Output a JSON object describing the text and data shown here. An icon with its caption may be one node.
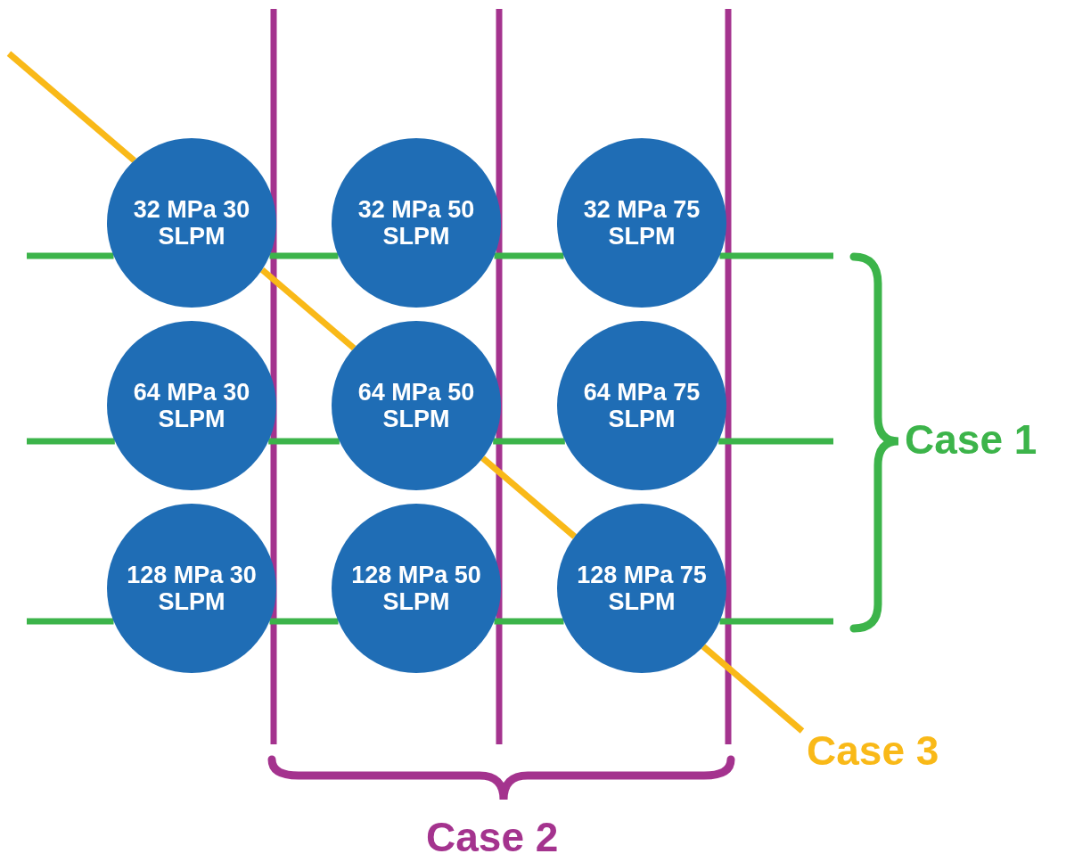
{
  "diagram": {
    "nodes": [
      {
        "text": [
          "32 MPa 30 SLPM"
        ]
      },
      {
        "text": [
          "32 MPa 50 SLPM"
        ]
      },
      {
        "text": [
          "32 MPa 75 SLPM"
        ]
      },
      {
        "text": [
          "64 MPa 30 SLPM"
        ]
      },
      {
        "text": [
          "64 MPa 50 SLPM"
        ]
      },
      {
        "text": [
          "64 MPa 75 SLPM"
        ]
      },
      {
        "text": [
          "128 MPa 30 SLPM"
        ]
      },
      {
        "text": [
          "128 MPa 50 SLPM"
        ]
      },
      {
        "text": [
          "128 MPa 75 SLPM"
        ]
      },
      {
        "text": [
          "Case 3"
        ]
      }
    ],
    "edges": [
      {
        "from": null,
        "to": 0,
        "arrow": "none"
      },
      {
        "from": 0,
        "to": 1,
        "arrow": "none"
      },
      {
        "from": 1,
        "to": 2,
        "arrow": "none"
      },
      {
        "from": 2,
        "to": null,
        "arrow": "none"
      },
      {
        "from": null,
        "to": 3,
        "arrow": "none"
      },
      {
        "from": 3,
        "to": 4,
        "arrow": "none"
      },
      {
        "from": 4,
        "to": 5,
        "arrow": "none"
      },
      {
        "from": 5,
        "to": null,
        "arrow": "none"
      },
      {
        "from": null,
        "to": 6,
        "arrow": "none"
      },
      {
        "from": 6,
        "to": 7,
        "arrow": "none"
      },
      {
        "from": 7,
        "to": 8,
        "arrow": "none"
      },
      {
        "from": 8,
        "to": null,
        "arrow": "none"
      },
      {
        "from": null,
        "to": 0,
        "arrow": "none",
        "color": "#f9b918"
      },
      {
        "from": 0,
        "to": 4,
        "arrow": "none",
        "color": "#f9b918"
      },
      {
        "from": 4,
        "to": 8,
        "arrow": "none",
        "color": "#f9b918"
      },
      {
        "from": 8,
        "to": 9,
        "arrow": "none",
        "color": "#f9b918"
      }
    ],
    "labels": [
      "Case 1",
      "Case 2"
    ]
  }
}
